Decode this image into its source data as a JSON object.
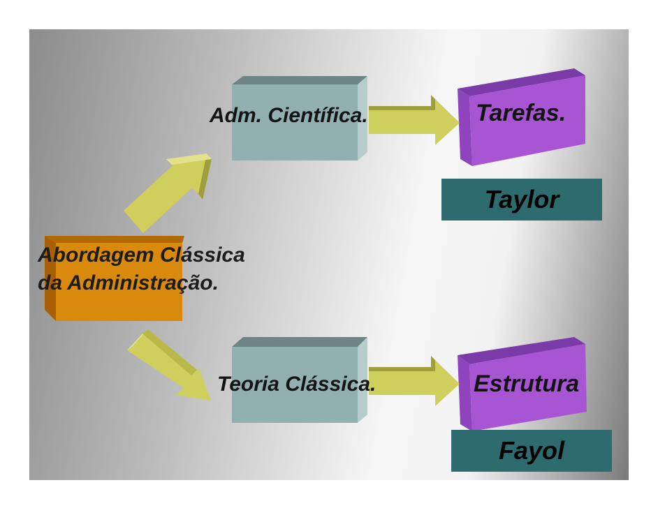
{
  "diagram": {
    "root": {
      "line1": "Abordagem Clássica",
      "line2": "da Administração."
    },
    "branches": {
      "top": {
        "theory": "Adm. Científica.",
        "focus": "Tarefas.",
        "author": "Taylor"
      },
      "bottom": {
        "theory": "Teoria Clássica.",
        "focus": "Estrutura",
        "author": "Fayol"
      }
    }
  },
  "colors": {
    "root_box": "#d98a0c",
    "theory_box": "#93b0b0",
    "focus_box": "#a855d4",
    "author_box": "#2e6b6e",
    "arrow": "#cfcf5e"
  }
}
